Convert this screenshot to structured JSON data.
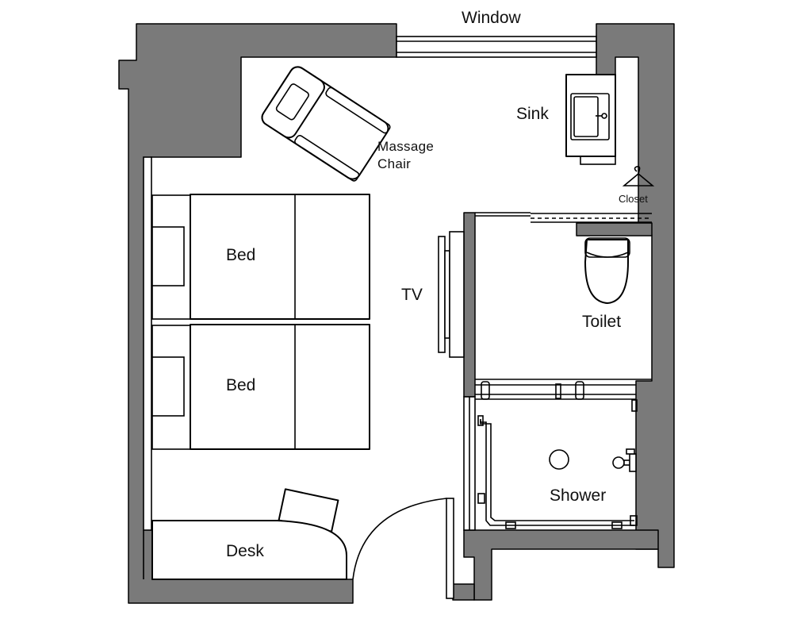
{
  "labels": {
    "window": "Window",
    "sink": "Sink",
    "massage_chair_line1": "Massage",
    "massage_chair_line2": "Chair",
    "closet": "Closet",
    "bed_1": "Bed",
    "bed_2": "Bed",
    "tv": "TV",
    "toilet": "Toilet",
    "shower": "Shower",
    "desk": "Desk"
  },
  "colors": {
    "wall_fill": "#7a7a7a",
    "line": "#000000",
    "floor": "#ffffff"
  }
}
